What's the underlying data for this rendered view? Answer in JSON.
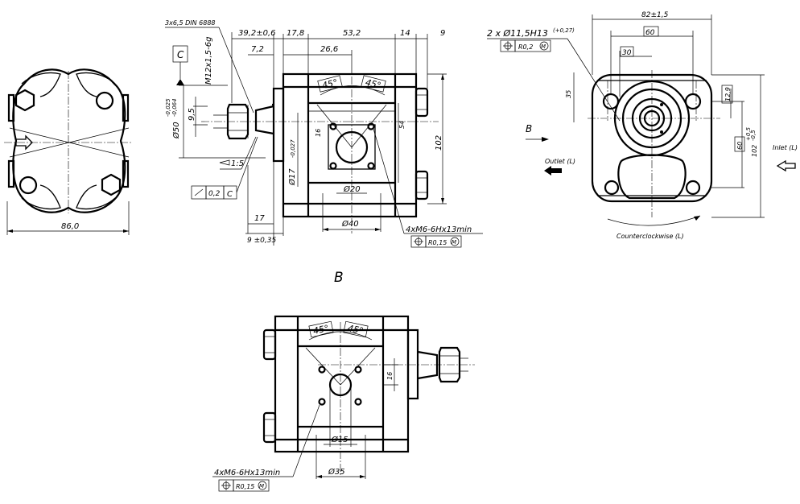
{
  "views": {
    "left": {
      "width_dim": "86,0"
    },
    "front": {
      "top_dims": [
        "39,2±0,6",
        "17,8",
        "53,2",
        "14",
        "9"
      ],
      "dim_7_2": "7,2",
      "dim_26_6": "26,6",
      "center_drill": "3x6,5 DIN 6888",
      "thread": "M12x1,5-6g",
      "datum_c": "C",
      "dim_9_5": "9,5",
      "dia50": "Ø50",
      "dia50_upper": "-0,025",
      "dia50_lower": "-0,064",
      "taper": "1:5",
      "runout_value": "0,2",
      "runout_datum": "C",
      "dia17": "Ø17",
      "dia17_tol": "-0,027",
      "angle_left": "45°",
      "angle_right": "45°",
      "dim_16": "16",
      "dim_54": "54",
      "dim_102": "102",
      "dia20": "Ø20",
      "dia40": "Ø40",
      "dim_17": "17",
      "dim_9_tol": "9 ±0,35",
      "holes_callout": "4xM6-6Hx13min",
      "holes_position": "R0,15",
      "mmc": "M"
    },
    "right": {
      "holes_callout": "2 x Ø11,5H13",
      "holes_tol": "(+0,27)",
      "holes_position": "R0,2",
      "mmc": "M",
      "dim_82": "82±1,5",
      "dim_60_top": "60",
      "dim_30": "30",
      "dim_35": "35",
      "dim_12_9": "12,9",
      "dim_60_side": "60",
      "dim_102": "102",
      "dim_102_upper": "+0,5",
      "dim_102_lower": "-0,5",
      "view_arrow": "B",
      "outlet": "Outlet (L)",
      "inlet": "Inlet (L)",
      "rotation": "Counterclockwise (L)"
    },
    "bottom": {
      "view_label": "B",
      "angle_left": "45°",
      "angle_right": "45°",
      "dim_16": "16",
      "dia15": "Ø15",
      "dia35": "Ø35",
      "holes_callout": "4xM6-6Hx13min",
      "holes_position": "R0,15",
      "mmc": "M"
    }
  }
}
